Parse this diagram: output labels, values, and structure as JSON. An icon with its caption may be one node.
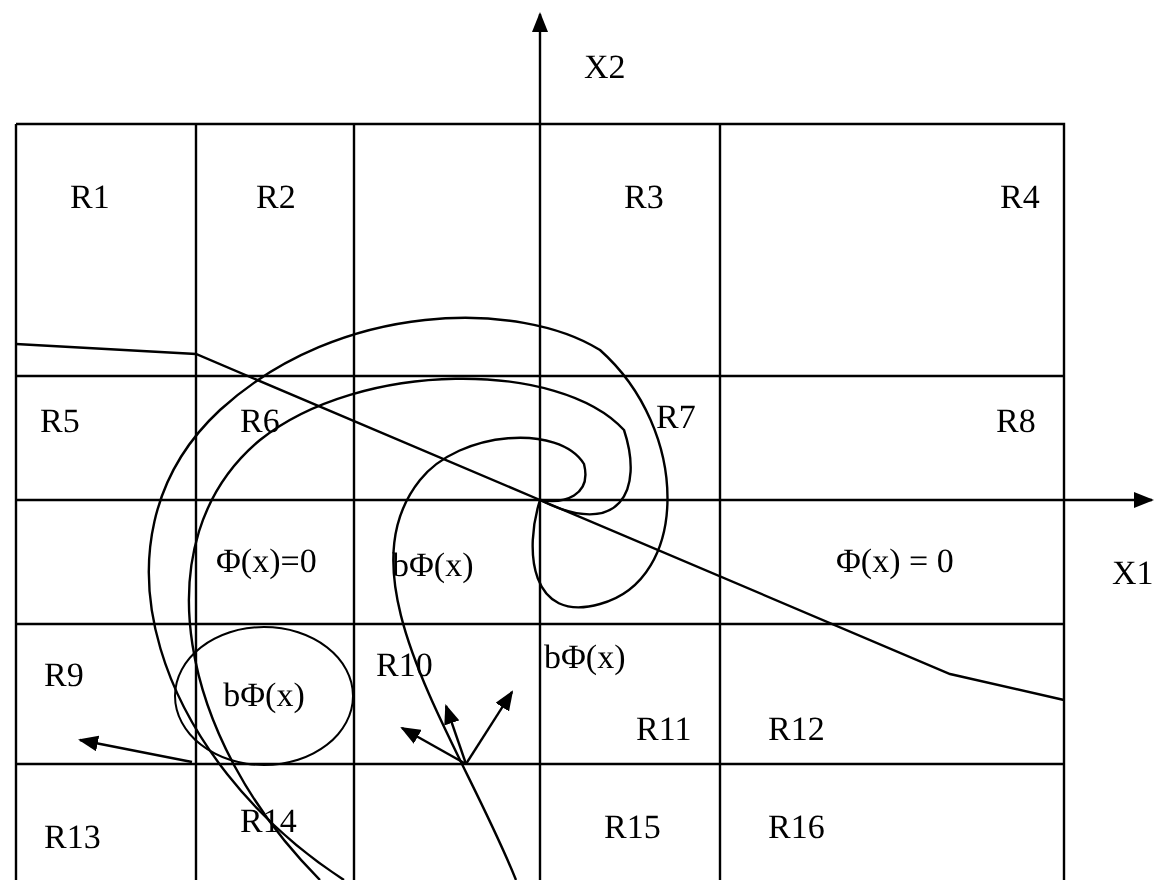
{
  "diagram": {
    "nodes": [
      {
        "text": [
          "bΦ(x)"
        ]
      }
    ],
    "edges": [],
    "labels": [
      "X2",
      "R1",
      "R2",
      "R3",
      "R4",
      "R5",
      "R6",
      "R7",
      "R8",
      "Φ(x)=0",
      "bΦ(x)",
      "Φ(x) = 0",
      "X1",
      "R9",
      "R10",
      "bΦ(x)",
      "R11",
      "R12",
      "R13",
      "R14",
      "R15",
      "R16"
    ]
  }
}
